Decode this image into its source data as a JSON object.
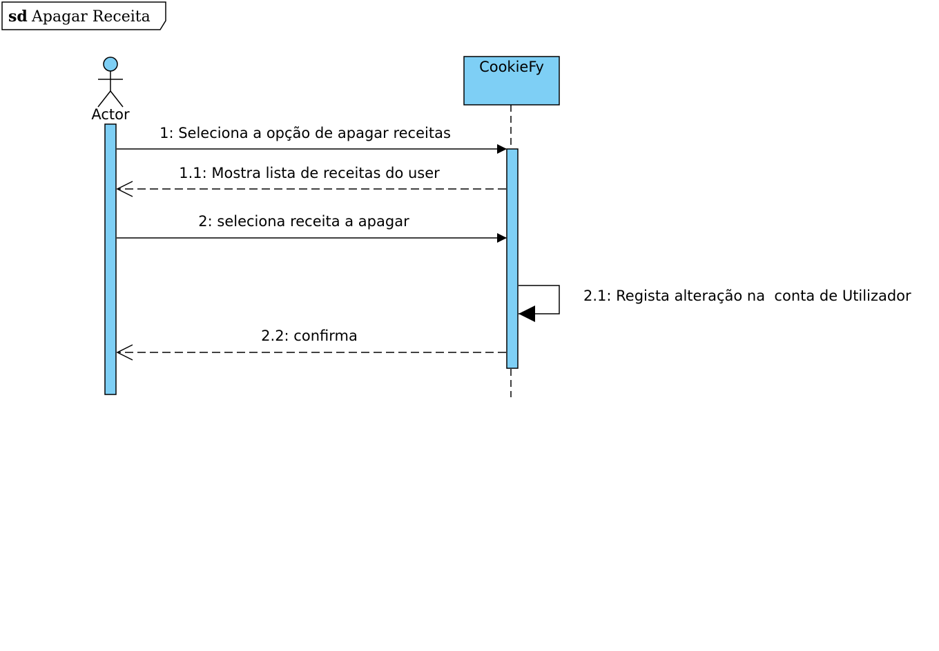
{
  "frame": {
    "keyword": "sd",
    "name": "Apagar Receita"
  },
  "colors": {
    "lifeline_fill": "#7ecff5",
    "stroke": "#000000",
    "background": "#ffffff"
  },
  "participants": [
    {
      "id": "actor",
      "kind": "actor",
      "name": "Actor"
    },
    {
      "id": "system",
      "kind": "object",
      "name": "CookieFy"
    }
  ],
  "messages": [
    {
      "id": "m1",
      "from": "actor",
      "to": "system",
      "type": "synchronous",
      "label": "1: Seleciona a opção de apagar receitas"
    },
    {
      "id": "m1_1",
      "from": "system",
      "to": "actor",
      "type": "reply",
      "label": "1.1: Mostra lista de receitas do user"
    },
    {
      "id": "m2",
      "from": "actor",
      "to": "system",
      "type": "synchronous",
      "label": "2: seleciona receita a apagar"
    },
    {
      "id": "m2_1",
      "from": "system",
      "to": "system",
      "type": "self",
      "label": "2.1: Regista alteração na  conta de Utilizador"
    },
    {
      "id": "m2_2",
      "from": "system",
      "to": "actor",
      "type": "reply",
      "label": "2.2: confirma"
    }
  ]
}
